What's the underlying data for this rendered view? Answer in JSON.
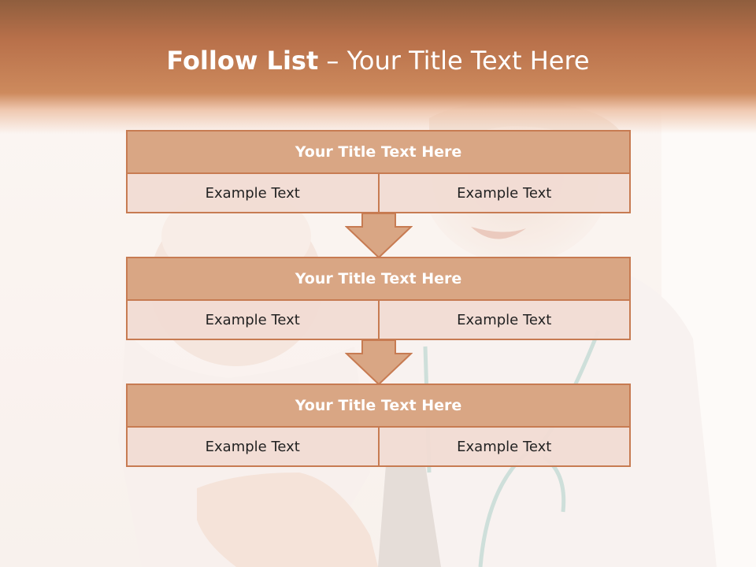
{
  "slide": {
    "title_bold": "Follow List",
    "title_rest": " – Your Title Text Here"
  },
  "blocks": [
    {
      "heading": "Your Title Text Here",
      "left": "Example Text",
      "right": "Example Text"
    },
    {
      "heading": "Your Title Text Here",
      "left": "Example Text",
      "right": "Example Text"
    },
    {
      "heading": "Your Title Text Here",
      "left": "Example Text",
      "right": "Example Text"
    }
  ],
  "colors": {
    "accent": "#c77b52",
    "header_fill": "#d9a684",
    "cell_fill": "#f1dcd3",
    "title_band": "#b8704a"
  }
}
